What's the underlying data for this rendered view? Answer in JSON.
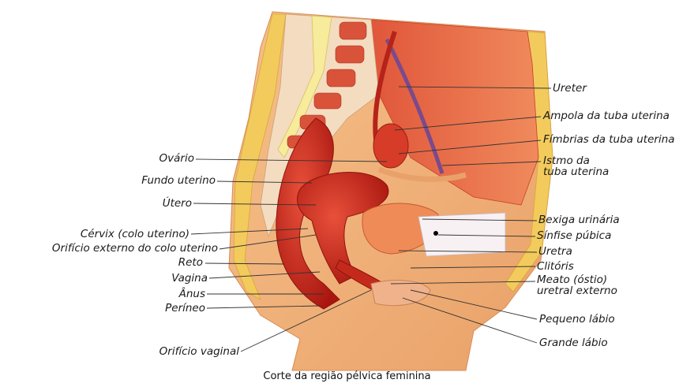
{
  "colors": {
    "skin": "#f2b27a",
    "skin_dark": "#e39a5e",
    "fat": "#f3cf63",
    "muscle": "#d9482f",
    "muscle_light": "#e8734f",
    "organ": "#c9241c",
    "bone": "#f6e8c6",
    "leader": "#333333"
  },
  "labels": {
    "ureter": "Ureter",
    "ampola": "Ampola da tuba uterina",
    "fimbrias": "Fímbrias da tuba uterina",
    "istmo_1": "Istmo da",
    "istmo_2": "tuba uterina",
    "bexiga": "Bexiga urinária",
    "sinfise": "Sínfise púbica",
    "uretra": "Uretra",
    "clitoris": "Clitóris",
    "meato_1": "Meato (óstio)",
    "meato_2": "uretral externo",
    "pequeno_labio": "Pequeno lábio",
    "grande_labio": "Grande lábio",
    "ovario": "Ovário",
    "fundo_uterino": "Fundo uterino",
    "utero": "Útero",
    "cervix": "Cérvix (colo uterino)",
    "orificio_externo": "Orifício externo do colo uterino",
    "reto": "Reto",
    "vagina": "Vagina",
    "anus": "Ânus",
    "perineo": "Períneo",
    "orificio_vaginal": "Orifício vaginal"
  },
  "caption": "Corte da região pélvica feminina"
}
